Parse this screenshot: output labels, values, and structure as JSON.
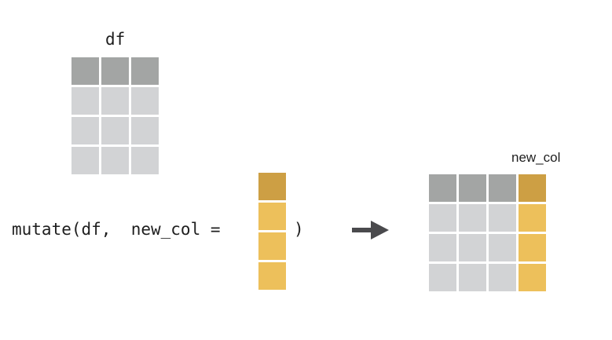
{
  "left_table": {
    "label": "df",
    "columns": 3,
    "rows": 3
  },
  "code": {
    "call": "mutate(df,  new_col =",
    "close": ")"
  },
  "new_column": {
    "rows": 3
  },
  "result_table": {
    "new_column_label": "new_col",
    "original_columns": 3,
    "rows": 3
  },
  "colors": {
    "header_gray": "#a3a5a4",
    "body_gray": "#d2d3d5",
    "new_header_gold": "#cd9f44",
    "new_body_gold": "#edc05b",
    "arrow": "#4a4a4d"
  },
  "icons": {
    "arrow": "arrow-right-icon"
  }
}
